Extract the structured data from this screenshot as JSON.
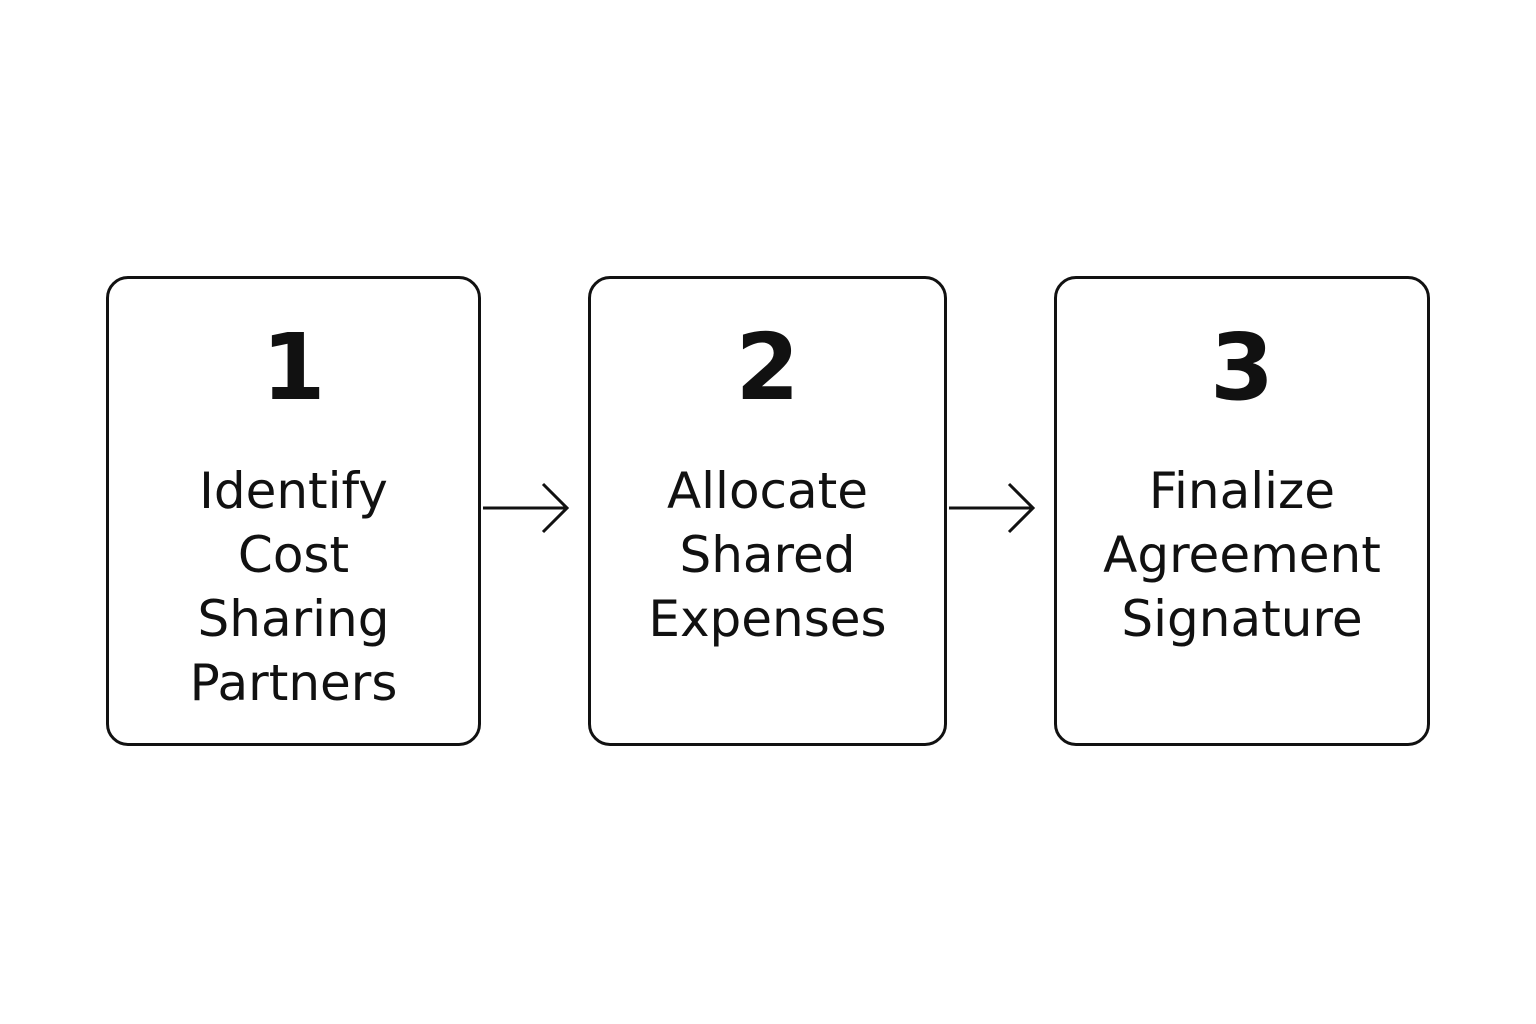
{
  "steps": [
    {
      "number": "1",
      "label": "Identify\nCost\nSharing\nPartners"
    },
    {
      "number": "2",
      "label": "Allocate\nShared\nExpenses"
    },
    {
      "number": "3",
      "label": "Finalize\nAgreement\nSignature"
    }
  ],
  "colors": {
    "stroke": "#111111",
    "background": "#ffffff"
  },
  "icons": [
    "arrow-right-icon",
    "arrow-right-icon"
  ]
}
